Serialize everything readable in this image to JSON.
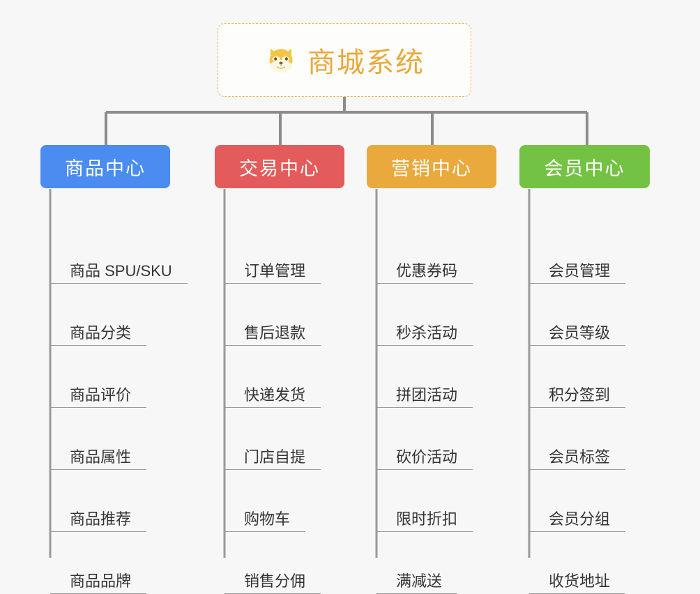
{
  "page": {
    "background_color": "#f7f7f7",
    "type": "mindmap"
  },
  "root": {
    "title": "商城系统",
    "icon": "shiba-dog-face-icon",
    "emoji": "🐶",
    "border_color": "#e9b44c",
    "text_color": "#eaa93c",
    "background_color": "#fdfdfc"
  },
  "branches": [
    {
      "label": "商品中心",
      "color": "#4a8cf0",
      "items": [
        "商品 SPU/SKU",
        "商品分类",
        "商品评价",
        "商品属性",
        "商品推荐",
        "商品品牌"
      ]
    },
    {
      "label": "交易中心",
      "color": "#e35b5b",
      "items": [
        "订单管理",
        "售后退款",
        "快递发货",
        "门店自提",
        "购物车",
        "销售分佣"
      ]
    },
    {
      "label": "营销中心",
      "color": "#e9a93c",
      "items": [
        "优惠券码",
        "秒杀活动",
        "拼团活动",
        "砍价活动",
        "限时折扣",
        "满减送"
      ]
    },
    {
      "label": "会员中心",
      "color": "#74c244",
      "items": [
        "会员管理",
        "会员等级",
        "积分签到",
        "会员标签",
        "会员分组",
        "收货地址"
      ]
    }
  ],
  "connectors": {
    "line_color": "#8c8c8c",
    "leaf_line_color": "#9a9a9a"
  }
}
